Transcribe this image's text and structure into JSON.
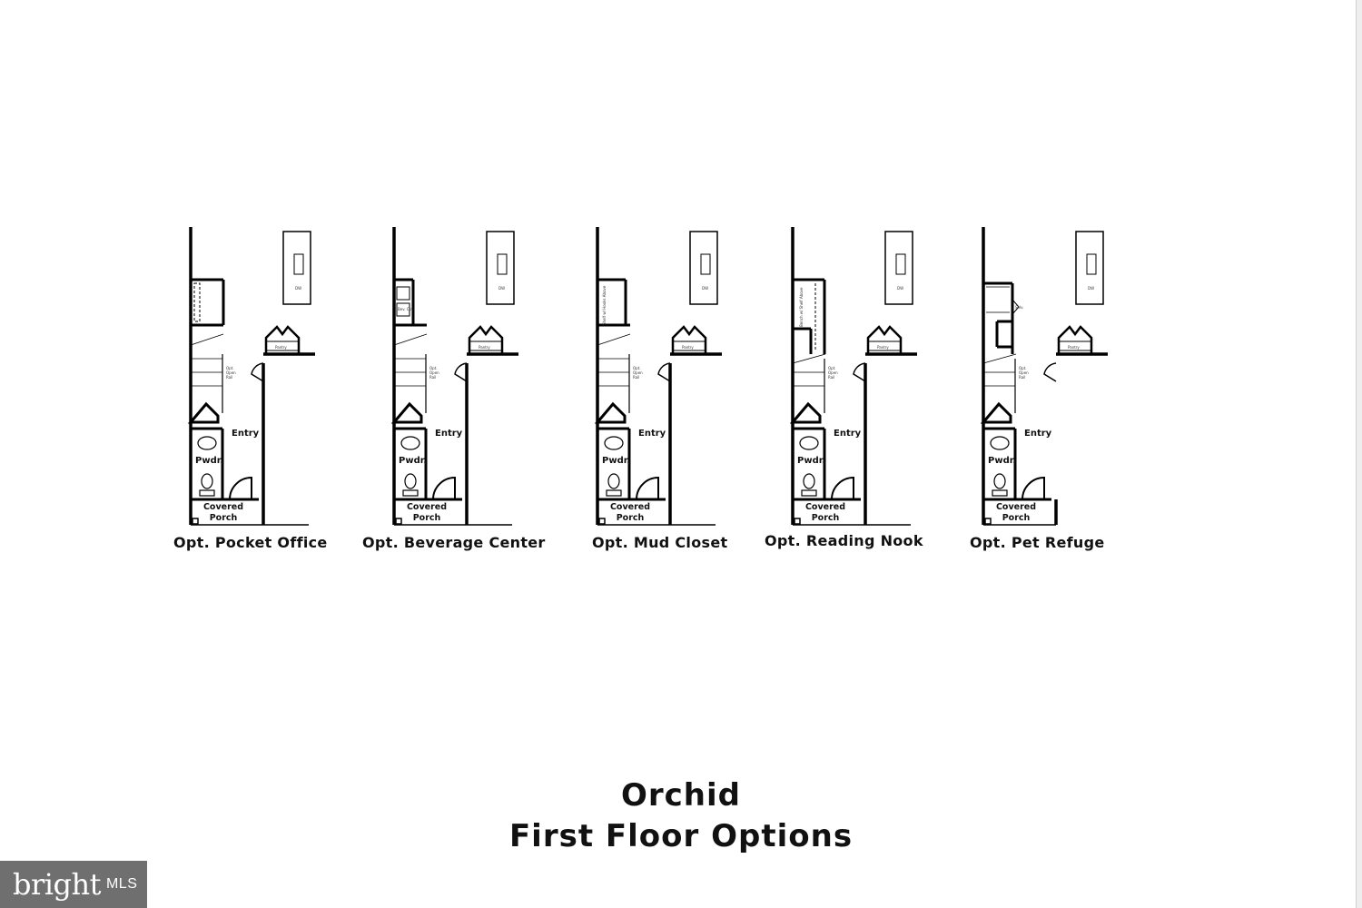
{
  "plans": [
    {
      "caption": "Opt. Pocket Office",
      "entry": "Entry",
      "powder": "Pwdr.",
      "porch_line1": "Covered",
      "porch_line2": "Porch",
      "pantry": "Pantry",
      "stair_note": "Opt. Open Rail",
      "dw": "DW",
      "option_note": ""
    },
    {
      "caption": "Opt. Beverage Center",
      "entry": "Entry",
      "powder": "Pwdr.",
      "porch_line1": "Covered",
      "porch_line2": "Porch",
      "pantry": "Pantry",
      "stair_note": "Opt. Open Rail",
      "dw": "DW",
      "option_note": "Bev. Ctr."
    },
    {
      "caption": "Opt. Mud Closet",
      "entry": "Entry",
      "powder": "Pwdr.",
      "porch_line1": "Covered",
      "porch_line2": "Porch",
      "pantry": "Pantry",
      "stair_note": "Opt. Open Rail",
      "dw": "DW",
      "option_note": "Shelf w/ Hooks Above"
    },
    {
      "caption": "Opt. Reading Nook",
      "entry": "Entry",
      "powder": "Pwdr.",
      "porch_line1": "Covered",
      "porch_line2": "Porch",
      "pantry": "Pantry",
      "stair_note": "Opt. Open Rail",
      "dw": "DW",
      "option_note": "Bench w/ Shelf Above"
    },
    {
      "caption": "Opt. Pet Refuge",
      "entry": "Entry",
      "powder": "Pwdr.",
      "porch_line1": "Covered",
      "porch_line2": "Porch",
      "pantry": "Pantry",
      "stair_note": "Opt. Open Rail",
      "dw": "DW",
      "option_note": "Shlv."
    }
  ],
  "title": {
    "line1": "Orchid",
    "line2": "First Floor Options"
  },
  "watermark": {
    "brand": "bright",
    "suffix": "MLS"
  }
}
